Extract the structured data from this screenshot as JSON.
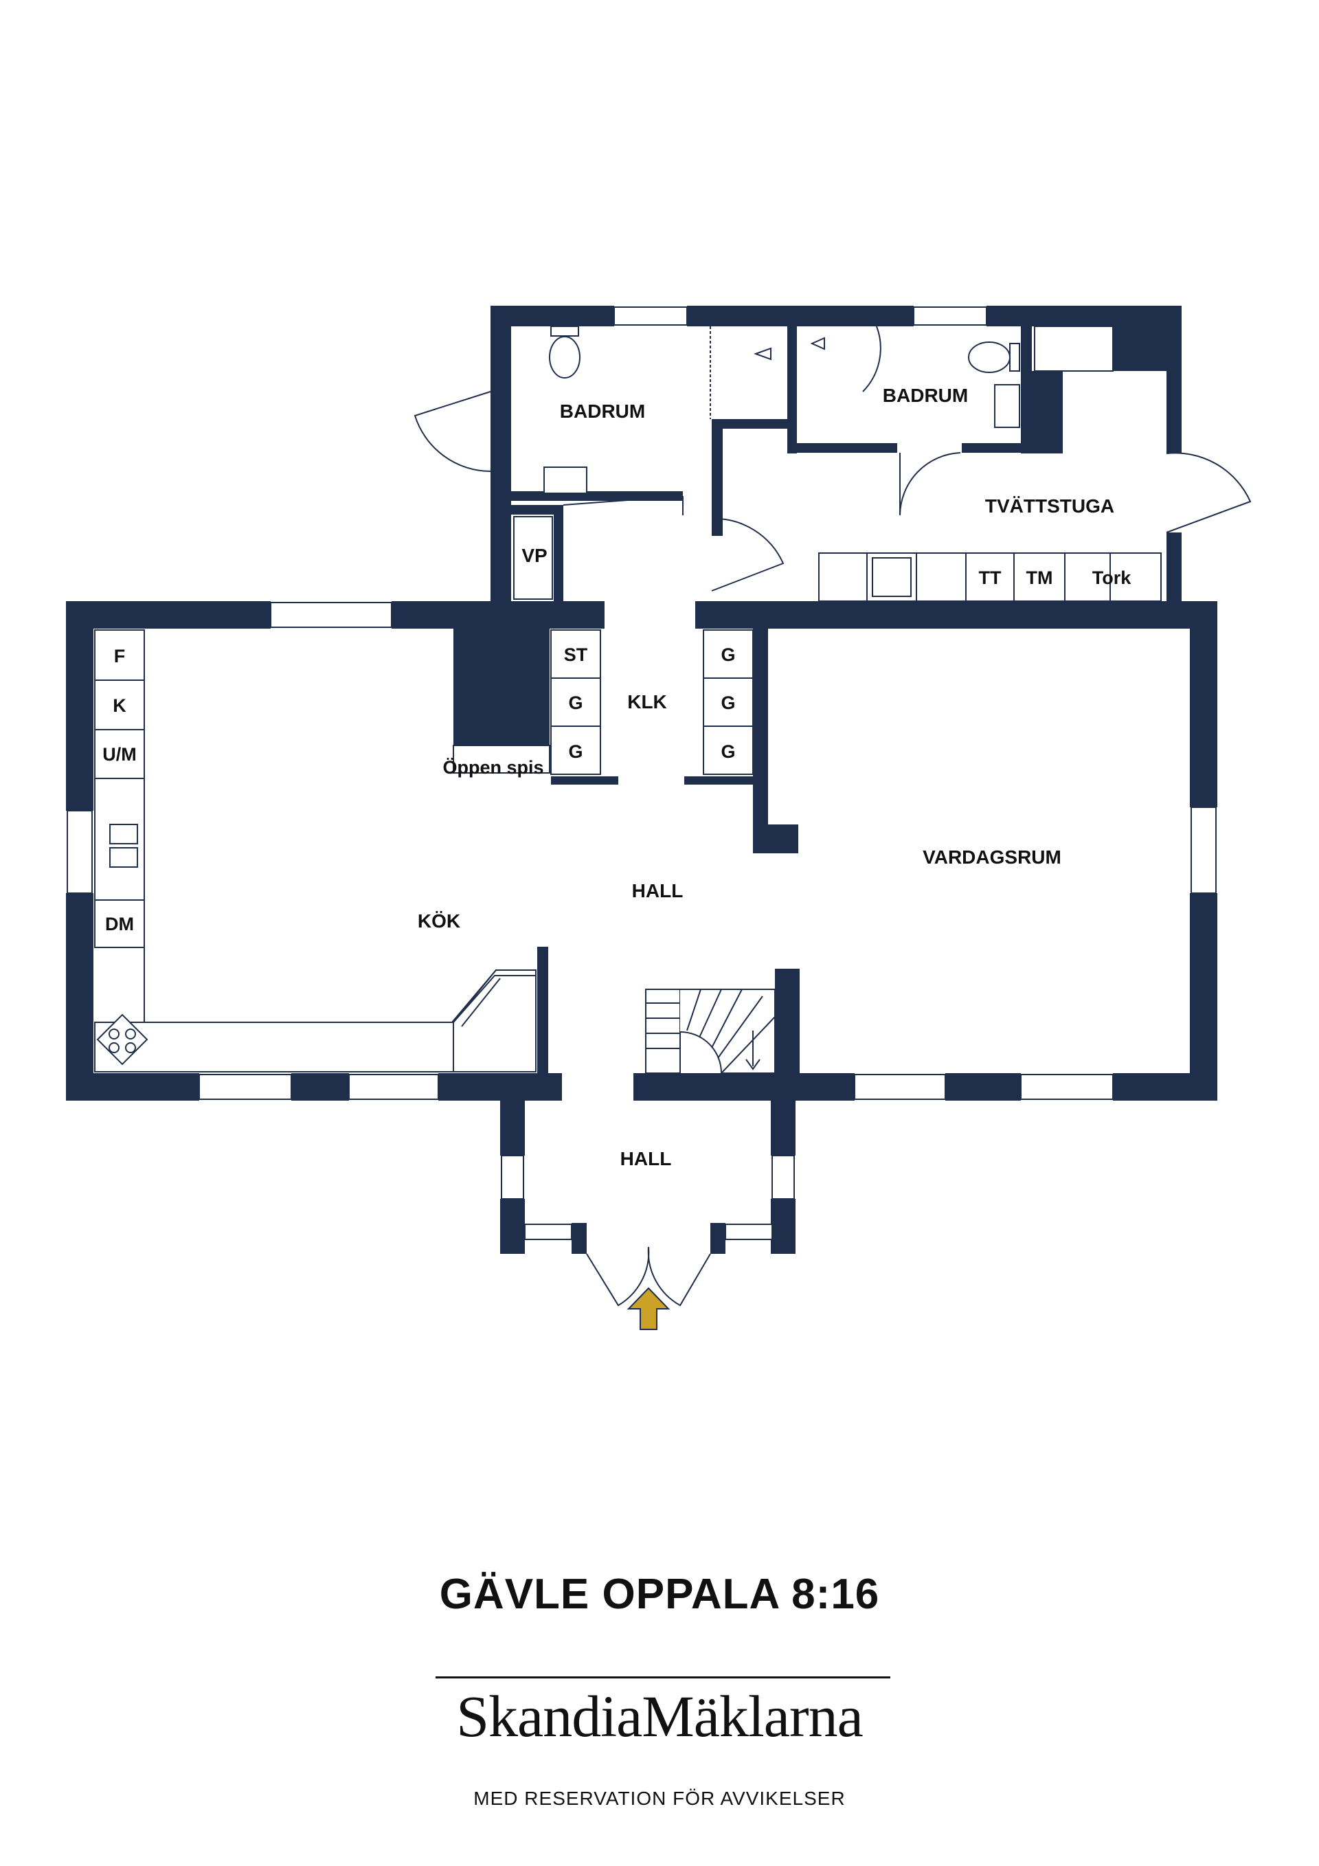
{
  "colors": {
    "wall": "#1f2e4a",
    "arrow": "#c9a227",
    "text": "#111111"
  },
  "rooms": {
    "badrum_left": "BADRUM",
    "badrum_right": "BADRUM",
    "tvattstuga": "TVÄTTSTUGA",
    "vp": "VP",
    "klk": "KLK",
    "hall_main": "HALL",
    "hall_entry": "HALL",
    "kok": "KÖK",
    "vardagsrum": "VARDAGSRUM",
    "oppen_spis": "Öppen spis"
  },
  "fixtures": {
    "kitchen_f": "F",
    "kitchen_k": "K",
    "kitchen_um": "U/M",
    "kitchen_dm": "DM",
    "closet_st": "ST",
    "closet_g_left_1": "G",
    "closet_g_left_2": "G",
    "closet_g_left_3": "G",
    "closet_g_right_1": "G",
    "closet_g_right_2": "G",
    "closet_g_right_3": "G",
    "laundry_tt": "TT",
    "laundry_tm": "TM",
    "laundry_tork": "Tork"
  },
  "footer": {
    "property_title": "GÄVLE OPPALA 8:16",
    "brand": "SkandiaMäklarna",
    "disclaimer": "MED RESERVATION FÖR AVVIKELSER"
  }
}
